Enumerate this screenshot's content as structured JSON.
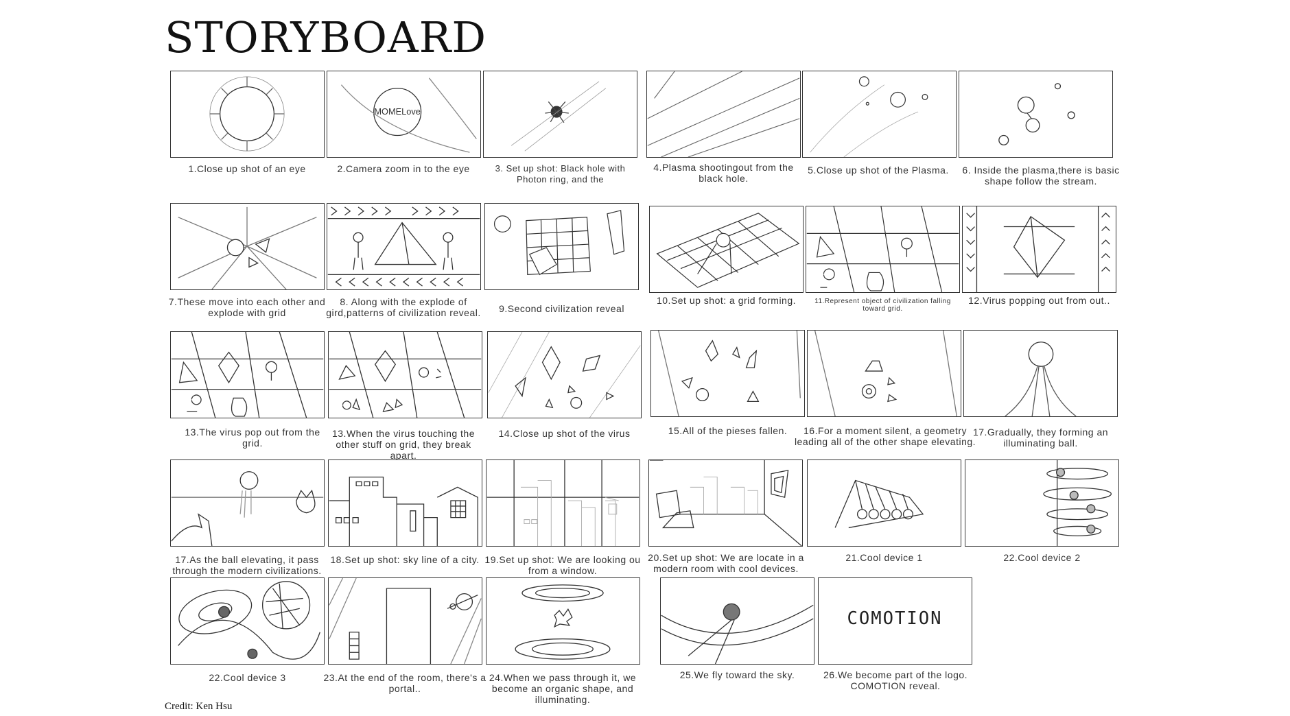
{
  "page": {
    "title": "STORYBOARD",
    "credit": "Credit: Ken Hsu"
  },
  "frame_marks": {
    "p2_text": "MOMELove",
    "p26_logo": "COMOTION"
  },
  "panels": [
    {
      "caption": "1.Close up shot of an eye"
    },
    {
      "caption": "2.Camera zoom in to the eye"
    },
    {
      "caption": "3. Set up shot: Black hole with Photon ring, and the"
    },
    {
      "caption": "4.Plasma shootingout from the black hole."
    },
    {
      "caption": "5.Close up shot of the Plasma."
    },
    {
      "caption": "6. Inside the plasma,there is basic shape follow the stream."
    },
    {
      "caption": "7.These move into each other and explode with grid"
    },
    {
      "caption": "8. Along with the explode of gird,patterns of civilization reveal."
    },
    {
      "caption": "9.Second civilization reveal"
    },
    {
      "caption": "10.Set up shot: a grid forming."
    },
    {
      "caption": "11.Represent object of civilization falling toward grid."
    },
    {
      "caption": "12.Virus popping out from out.."
    },
    {
      "caption": "13.The virus pop out from the grid."
    },
    {
      "caption": "13.When the virus touching the other stuff on grid, they break apart."
    },
    {
      "caption": "14.Close up shot of the virus"
    },
    {
      "caption": "15.All of the pieses fallen."
    },
    {
      "caption": "16.For a moment silent, a geometry leading all of the other shape elevating."
    },
    {
      "caption": "17.Gradually, they forming an illuminating ball."
    },
    {
      "caption": "17.As the ball elevating, it pass through the modern civilizations."
    },
    {
      "caption": "18.Set up shot: sky line of a city."
    },
    {
      "caption": "19.Set up shot: We are looking ou from a window."
    },
    {
      "caption": "20.Set up shot: We are locate in a modern room with cool devices."
    },
    {
      "caption": "21.Cool device 1"
    },
    {
      "caption": "22.Cool device 2"
    },
    {
      "caption": "22.Cool device 3"
    },
    {
      "caption": "23.At the end of the room, there's a portal.."
    },
    {
      "caption": "24.When we pass through it, we become an organic shape, and illuminating."
    },
    {
      "caption": "25.We fly toward the sky."
    },
    {
      "caption": "26.We become part of the logo. COMOTION reveal."
    }
  ]
}
